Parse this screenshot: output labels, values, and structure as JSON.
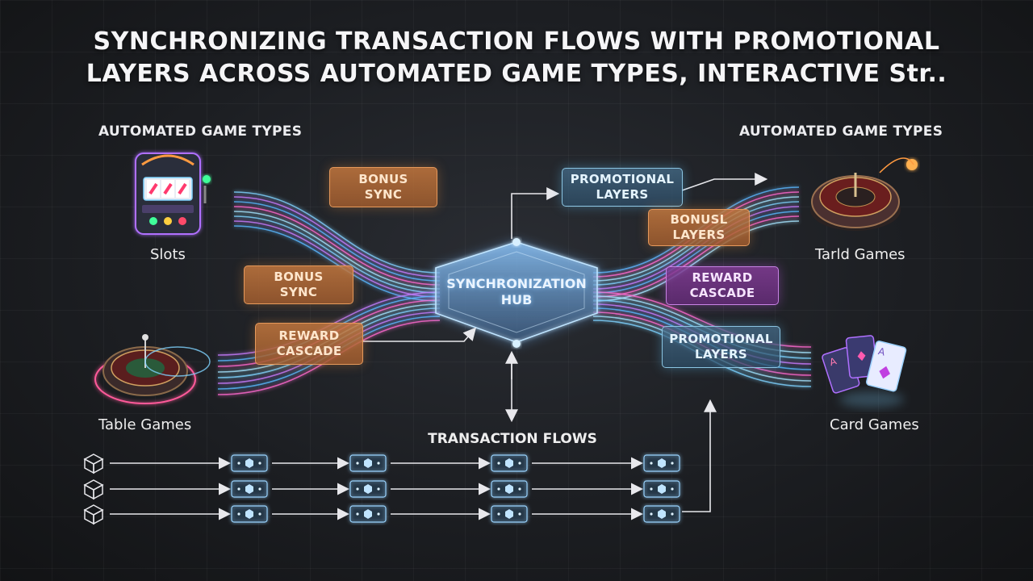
{
  "title": {
    "line1": "SYNCHRONIZING TRANSACTION FLOWS WITH PROMOTIONAL",
    "line2": "LAYERS ACROSS AUTOMATED GAME TYPES, INTERACTIVE Str.."
  },
  "left_section": {
    "heading": "AUTOMATED GAME TYPES",
    "games": [
      {
        "label": "Slots",
        "icon": "slot-machine-icon"
      },
      {
        "label": "Table Games",
        "icon": "roulette-wheel-icon"
      }
    ]
  },
  "right_section": {
    "heading": "AUTOMATED GAME TYPES",
    "games": [
      {
        "label": "Tarld Games",
        "icon": "roulette-wheel-icon"
      },
      {
        "label": "Card Games",
        "icon": "playing-cards-icon"
      }
    ]
  },
  "hub": {
    "line1": "SYNCHRONIZATION",
    "line2": "HUB"
  },
  "left_boxes": [
    {
      "line1": "BONUS",
      "line2": "SYNC"
    },
    {
      "line1": "BONUS",
      "line2": "SYNC"
    },
    {
      "line1": "REWARD",
      "line2": "CASCADE"
    }
  ],
  "right_boxes": [
    {
      "line1": "PROMOTIONAL",
      "line2": "LAYERS"
    },
    {
      "line1": "BONUSL",
      "line2": "LAYERS"
    },
    {
      "line1": "REWARD",
      "line2": "CASCADE"
    },
    {
      "line1": "PROMOTIONAL",
      "line2": "LAYERS"
    }
  ],
  "transaction_flows": {
    "label": "TRANSACTION FLOWS",
    "rows": 3,
    "nodes_per_row": 4
  },
  "colors": {
    "accent_blue": "#7fd3ff",
    "accent_purple": "#c77dff",
    "accent_orange": "#e8a060",
    "background": "#1c1e22"
  }
}
